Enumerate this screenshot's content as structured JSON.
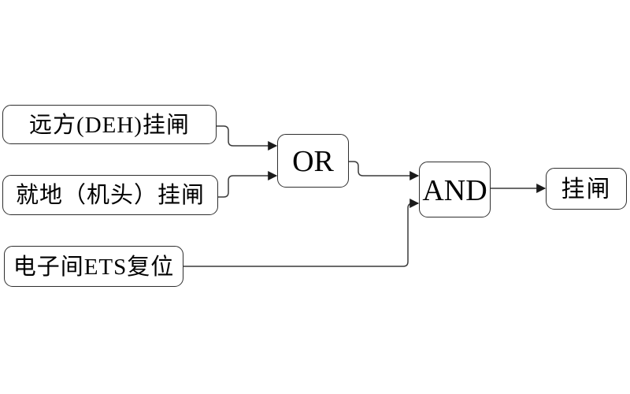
{
  "diagram": {
    "type": "logic-flowchart",
    "background": "#ffffff",
    "nodes": {
      "remote": {
        "label": "远方(DEH)挂闸",
        "role": "input"
      },
      "local": {
        "label": "就地（机头）挂闸",
        "role": "input"
      },
      "ets": {
        "label": "电子间ETS复位",
        "role": "input"
      },
      "or_gate": {
        "label": "OR",
        "role": "gate"
      },
      "and_gate": {
        "label": "AND",
        "role": "gate"
      },
      "output": {
        "label": "挂闸",
        "role": "output"
      }
    },
    "edges": [
      {
        "from": "remote",
        "to": "or_gate"
      },
      {
        "from": "local",
        "to": "or_gate"
      },
      {
        "from": "or_gate",
        "to": "and_gate"
      },
      {
        "from": "ets",
        "to": "and_gate"
      },
      {
        "from": "and_gate",
        "to": "output"
      }
    ],
    "colors": {
      "node_border": "#2e2e2e",
      "wire": "#3a3a3a",
      "text": "#000000",
      "node_fill": "#ffffff"
    }
  }
}
